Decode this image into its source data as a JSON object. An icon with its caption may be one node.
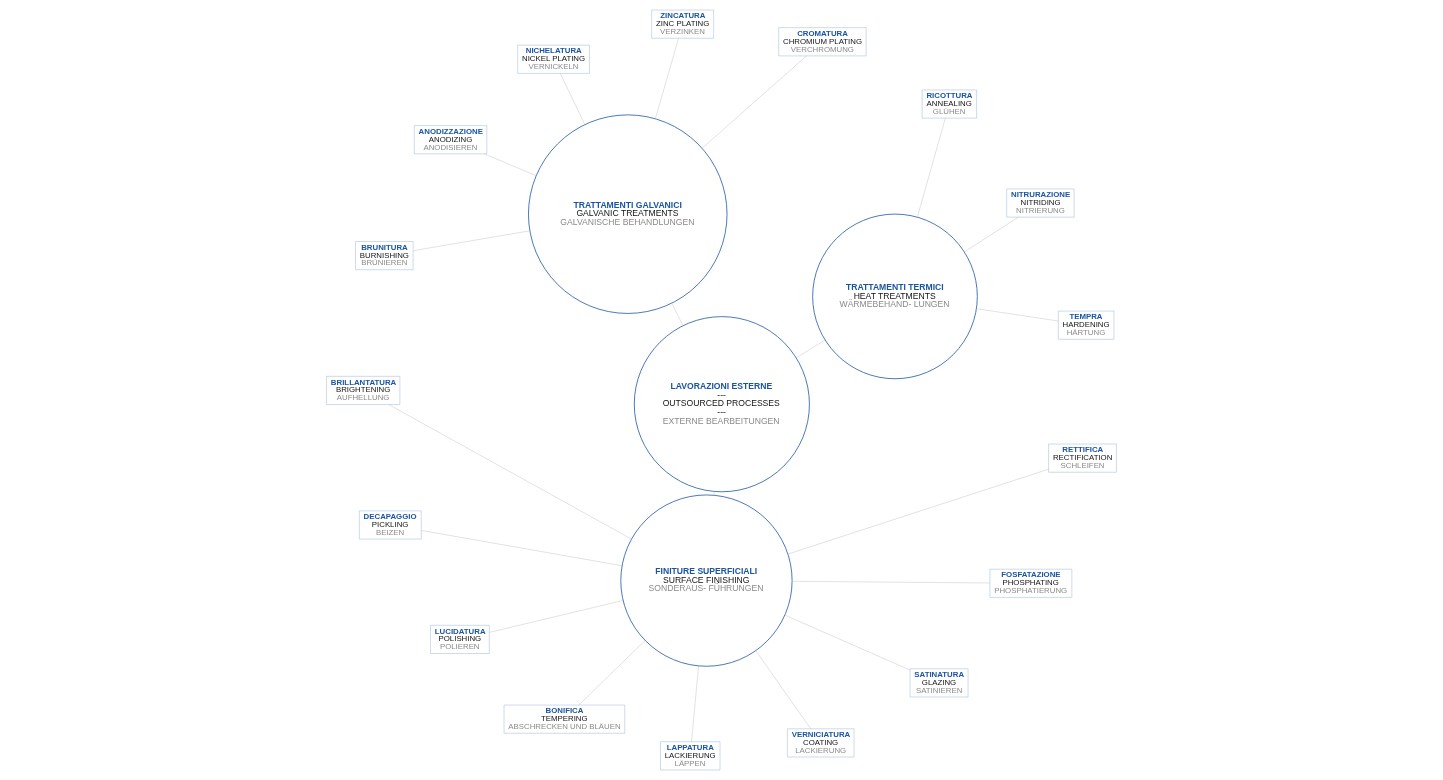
{
  "diagram": {
    "nodes": [
      {
        "text": [
          "LAVORAZIONI ESTERNE",
          "---",
          "OUTSOURCED PROCESSES",
          "---",
          "EXTERNE BEARBEITUNGEN"
        ]
      },
      {
        "text": [
          "TRATTAMENTI TERMICI",
          "HEAT TREATMENTS",
          "WÄRMEBEHAND- LUNGEN"
        ]
      },
      {
        "text": [
          "TEMPRA",
          "HARDENING",
          "HÄRTUNG"
        ]
      },
      {
        "text": [
          "NITRURAZIONE",
          "NITRIDING",
          "NITRIERUNG"
        ]
      },
      {
        "text": [
          "RICOTTURA",
          "ANNEALING",
          "GLÜHEN"
        ]
      },
      {
        "text": [
          "TRATTAMENTI GALVANICI",
          "GALVANIC TREATMENTS",
          "GALVANISCHE BEHANDLUNGEN"
        ]
      },
      {
        "text": [
          "CROMATURA",
          "CHROMIUM PLATING",
          "VERCHROMUNG"
        ]
      },
      {
        "text": [
          "ZINCATURA",
          "ZINC PLATING",
          "VERZINKEN"
        ]
      },
      {
        "text": [
          "NICHELATURA",
          "NICKEL PLATING",
          "VERNICKELN"
        ]
      },
      {
        "text": [
          "ANODIZZAZIONE",
          "ANODIZING",
          "ANODISIEREN"
        ]
      },
      {
        "text": [
          "BRUNITURA",
          "BURNISHING",
          "BRÜNIEREN"
        ]
      },
      {
        "text": [
          "FINITURE SUPERFICIALI",
          "SURFACE FINISHING",
          "SONDERAUS- FÜHRUNGEN"
        ]
      },
      {
        "text": [
          "BRILLANTATURA",
          "BRIGHTENING",
          "AUFHELLUNG"
        ]
      },
      {
        "text": [
          "DECAPAGGIO",
          "PICKLING",
          "BEIZEN"
        ]
      },
      {
        "text": [
          "LUCIDATURA",
          "POLISHING",
          "POLIEREN"
        ]
      },
      {
        "text": [
          "BONIFICA",
          "TEMPERING",
          "ABSCHRECKEN UND BLÄUEN"
        ]
      },
      {
        "text": [
          "LAPPATURA",
          "LACKIERUNG",
          "LÄPPEN"
        ]
      },
      {
        "text": [
          "VERNICIATURA",
          "COATING",
          "LACKIERUNG"
        ]
      },
      {
        "text": [
          "SATINATURA",
          "GLAZING",
          "SATINIEREN"
        ]
      },
      {
        "text": [
          "FOSFATAZIONE",
          "PHOSPHATING",
          "PHOSPHATIERUNG"
        ]
      },
      {
        "text": [
          "RETTIFICA",
          "RECTIFICATION",
          "SCHLEIFEN"
        ]
      }
    ],
    "edges": [
      {
        "from": 0,
        "to": 1,
        "arrow": "none"
      },
      {
        "from": 0,
        "to": 5,
        "arrow": "none"
      },
      {
        "from": 0,
        "to": 11,
        "arrow": "none"
      },
      {
        "from": 1,
        "to": 2,
        "arrow": "none"
      },
      {
        "from": 1,
        "to": 3,
        "arrow": "none"
      },
      {
        "from": 1,
        "to": 4,
        "arrow": "none"
      },
      {
        "from": 5,
        "to": 6,
        "arrow": "none"
      },
      {
        "from": 5,
        "to": 7,
        "arrow": "none"
      },
      {
        "from": 5,
        "to": 8,
        "arrow": "none"
      },
      {
        "from": 5,
        "to": 9,
        "arrow": "none"
      },
      {
        "from": 5,
        "to": 10,
        "arrow": "none"
      },
      {
        "from": 11,
        "to": 12,
        "arrow": "none"
      },
      {
        "from": 11,
        "to": 13,
        "arrow": "none"
      },
      {
        "from": 11,
        "to": 14,
        "arrow": "none"
      },
      {
        "from": 11,
        "to": 15,
        "arrow": "none"
      },
      {
        "from": 11,
        "to": 16,
        "arrow": "none"
      },
      {
        "from": 11,
        "to": 17,
        "arrow": "none"
      },
      {
        "from": 11,
        "to": 18,
        "arrow": "none"
      },
      {
        "from": 11,
        "to": 19,
        "arrow": "none"
      },
      {
        "from": 11,
        "to": 20,
        "arrow": "none"
      }
    ]
  }
}
